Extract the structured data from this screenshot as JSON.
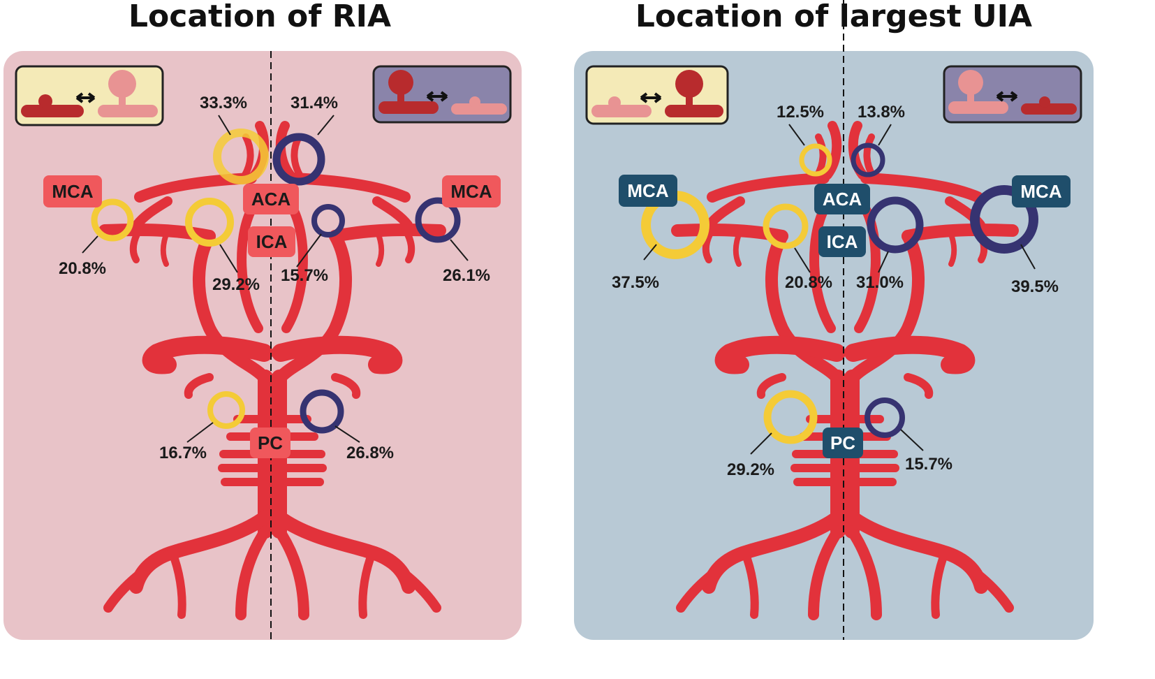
{
  "colors": {
    "artery": "#e2323b",
    "left_panel_bg": "#e8c3c8",
    "right_panel_bg": "#b8c9d5",
    "left_label_bg": "#f0585c",
    "left_label_text": "#1a1a1a",
    "right_label_bg": "#1f4e6b",
    "right_label_text": "#ffffff",
    "yellow_ring": "#f4cb37",
    "navy_ring": "#363371",
    "legend_yellow_bg": "#f4eab7",
    "legend_purple_bg": "#8a84aa"
  },
  "panels": [
    {
      "title": "Location of RIA",
      "labels": {
        "mca_left": "MCA",
        "mca_right": "MCA",
        "aca": "ACA",
        "ica": "ICA",
        "pc": "PC"
      },
      "percentages": {
        "aca_yellow": "33.3%",
        "aca_navy": "31.4%",
        "mca_yellow": "20.8%",
        "mca_navy": "26.1%",
        "ica_yellow": "29.2%",
        "ica_navy": "15.7%",
        "pc_yellow": "16.7%",
        "pc_navy": "26.8%"
      }
    },
    {
      "title": "Location of largest UIA",
      "labels": {
        "mca_left": "MCA",
        "mca_right": "MCA",
        "aca": "ACA",
        "ica": "ICA",
        "pc": "PC"
      },
      "percentages": {
        "aca_yellow": "12.5%",
        "aca_navy": "13.8%",
        "mca_yellow": "37.5%",
        "mca_navy": "39.5%",
        "ica_yellow": "20.8%",
        "ica_navy": "31.0%",
        "pc_yellow": "29.2%",
        "pc_navy": "15.7%"
      }
    }
  ]
}
